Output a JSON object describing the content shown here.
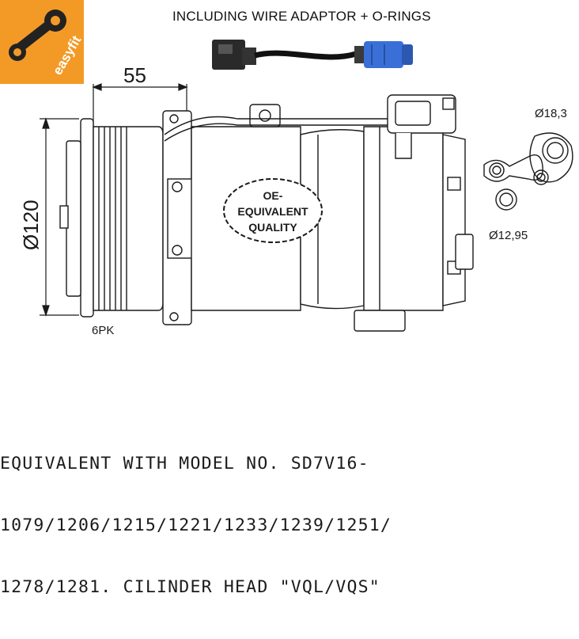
{
  "header": {
    "text": "INCLUDING WIRE ADAPTOR + O-RINGS"
  },
  "logo": {
    "brand": "easyfit",
    "color": "#f39a26",
    "icon": "wrench-gear-icon"
  },
  "dimensions": {
    "width_label": "55",
    "diameter_label": "Ø120",
    "belt_label": "6PK",
    "oring_large_label": "Ø18,3",
    "oring_small_label": "Ø12,95"
  },
  "badge": {
    "line1": "OE-",
    "line2": "EQUIVALENT",
    "line3": "QUALITY"
  },
  "footer": {
    "line1": "EQUIVALENT WITH MODEL NO. SD7V16-",
    "line2": "1079/1206/1215/1221/1233/1239/1251/",
    "line3": "1278/1281. CILINDER HEAD \"VQL/VQS\""
  },
  "colors": {
    "connector_blue": "#3a6fd8",
    "line": "#1a1a1a"
  }
}
